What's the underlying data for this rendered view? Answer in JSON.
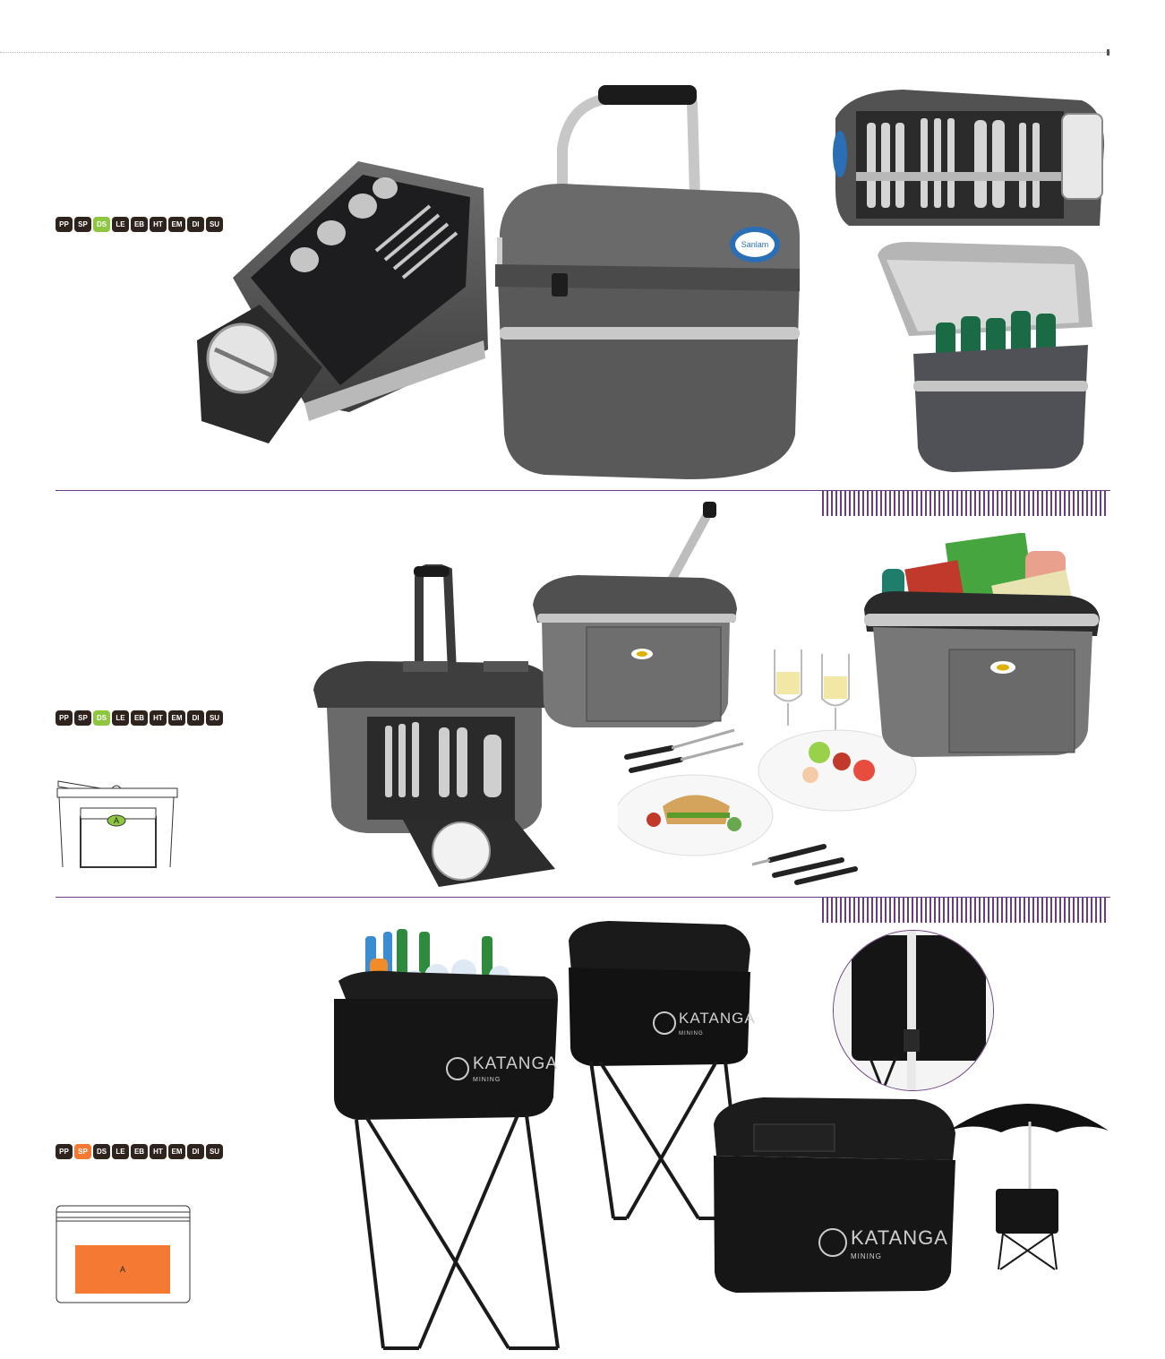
{
  "colors": {
    "accent": "#6b3d7f",
    "badge_bg": "#2f231d",
    "ds_highlight": "#8dc63f",
    "sp_highlight": "#f47a33"
  },
  "sections": [
    {
      "badges": [
        {
          "label": "PP",
          "color": "#2f231d"
        },
        {
          "label": "SP",
          "color": "#2f231d"
        },
        {
          "label": "DS",
          "color": "#8dc63f"
        },
        {
          "label": "LE",
          "color": "#2f231d"
        },
        {
          "label": "EB",
          "color": "#2f231d"
        },
        {
          "label": "HT",
          "color": "#2f231d"
        },
        {
          "label": "EM",
          "color": "#2f231d"
        },
        {
          "label": "DI",
          "color": "#2f231d"
        },
        {
          "label": "SU",
          "color": "#2f231d"
        }
      ],
      "brand_text": "Sanlam"
    },
    {
      "badges": [
        {
          "label": "PP",
          "color": "#2f231d"
        },
        {
          "label": "SP",
          "color": "#2f231d"
        },
        {
          "label": "DS",
          "color": "#8dc63f"
        },
        {
          "label": "LE",
          "color": "#2f231d"
        },
        {
          "label": "EB",
          "color": "#2f231d"
        },
        {
          "label": "HT",
          "color": "#2f231d"
        },
        {
          "label": "EM",
          "color": "#2f231d"
        },
        {
          "label": "DI",
          "color": "#2f231d"
        },
        {
          "label": "SU",
          "color": "#2f231d"
        }
      ],
      "diagram_label": "A"
    },
    {
      "badges": [
        {
          "label": "PP",
          "color": "#2f231d"
        },
        {
          "label": "SP",
          "color": "#f47a33"
        },
        {
          "label": "DS",
          "color": "#2f231d"
        },
        {
          "label": "LE",
          "color": "#2f231d"
        },
        {
          "label": "EB",
          "color": "#2f231d"
        },
        {
          "label": "HT",
          "color": "#2f231d"
        },
        {
          "label": "EM",
          "color": "#2f231d"
        },
        {
          "label": "DI",
          "color": "#2f231d"
        },
        {
          "label": "SU",
          "color": "#2f231d"
        }
      ],
      "diagram_label": "A",
      "brand_text": "KATANGA",
      "brand_sub": "MINING"
    }
  ]
}
